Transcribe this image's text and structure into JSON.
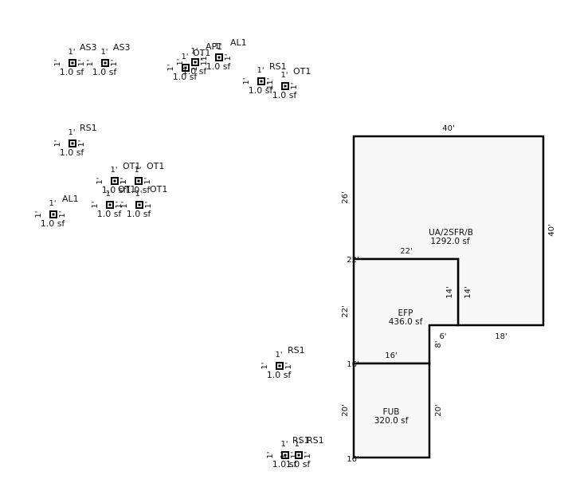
{
  "colors": {
    "line": "#000000",
    "fill": "#f7f7f7",
    "text": "#111111",
    "background": "#ffffff"
  },
  "floor_plan": {
    "top_dimension": "40'",
    "right_dimension": "40'",
    "ua": {
      "code": "UA/2SFR/B",
      "area": "1292.0 sf"
    },
    "efp": {
      "code": "EFP",
      "area": "436.0 sf"
    },
    "fub": {
      "code": "FUB",
      "area": "320.0 sf"
    },
    "dims": {
      "left_upper": "26'",
      "notch_top": "22'",
      "notch_inner_left": "14'",
      "notch_inner_right": "14'",
      "bottom_right": "18'",
      "step_horizontal": "6'",
      "step_vertical": "8'",
      "left_middle": "22'",
      "efp_fub_divider": "16'",
      "left_lower": "20'",
      "fub_right": "20'",
      "vertex_22": "22'",
      "vertex_16": "16'",
      "vertex_bottom": "16'"
    }
  },
  "markers": [
    {
      "code": "AS3",
      "area": "1.0 sf",
      "dim": "1'"
    },
    {
      "code": "AS3",
      "area": "1.0 sf",
      "dim": "1'"
    },
    {
      "code": "OT1",
      "area": "1.0 sf",
      "dim": "1'"
    },
    {
      "code": "AP1",
      "area": "1.0 sf",
      "dim": "1'"
    },
    {
      "code": "AL1",
      "area": "1.0 sf",
      "dim": "1'"
    },
    {
      "code": "RS1",
      "area": "1.0 sf",
      "dim": "1'"
    },
    {
      "code": "OT1",
      "area": "1.0 sf",
      "dim": "1'"
    },
    {
      "code": "RS1",
      "area": "1.0 sf",
      "dim": "1'"
    },
    {
      "code": "OT1",
      "area": "1.0 sf",
      "dim": "1'"
    },
    {
      "code": "OT1",
      "area": "1.0 sf",
      "dim": "1'"
    },
    {
      "code": "OT1",
      "area": "1.0 sf",
      "dim": "1'"
    },
    {
      "code": "OT1",
      "area": "1.0 sf",
      "dim": "1'"
    },
    {
      "code": "AL1",
      "area": "1.0 sf",
      "dim": "1'"
    },
    {
      "code": "RS1",
      "area": "1.0 sf",
      "dim": "1'"
    },
    {
      "code": "RS1",
      "area": "1.0 sf",
      "dim": "1'"
    },
    {
      "code": "RS1",
      "area": "1.0 sf",
      "dim": "1'"
    }
  ]
}
